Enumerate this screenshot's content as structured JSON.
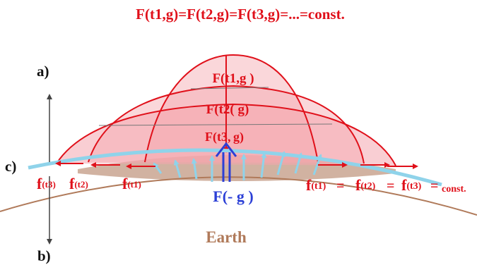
{
  "header": {
    "equation": "F(t1,g)=F(t2,g)=F(t3,g)=...=const."
  },
  "labels": {
    "a": "a)",
    "b": "b)",
    "c": "c)",
    "dome_top": "F(t1,g  )",
    "dome_mid": "F(t2(  g)",
    "dome_low": "F(t3,",
    "dome_low_g": "g)",
    "anti_gravity_force": "F(- g )",
    "earth": "Earth",
    "left_small_f1": "f",
    "left_small_f1_sub": "(t3)",
    "left_small_f2": "f",
    "left_small_f2_sub": "(t2)",
    "left_small_f3": "f",
    "left_small_f3_sub": "(t1)",
    "right_f1": "f",
    "right_f1_sub": "(t1)",
    "right_eq1": "=",
    "right_f2": "f",
    "right_f2_sub": "(t2)",
    "right_eq2": "=",
    "right_f3": "f",
    "right_f3_sub": "(t3)",
    "right_eq3": "=",
    "right_const": "const."
  },
  "colors": {
    "force_red": "#e0101a",
    "dome_fill": "#f4a6ae",
    "earth_brown": "#b07a5a",
    "earth_fill": "#c9a591",
    "field_blue": "#8fd3ea",
    "arrow_blue": "#2b3fd6",
    "axis_gray": "#444444"
  }
}
